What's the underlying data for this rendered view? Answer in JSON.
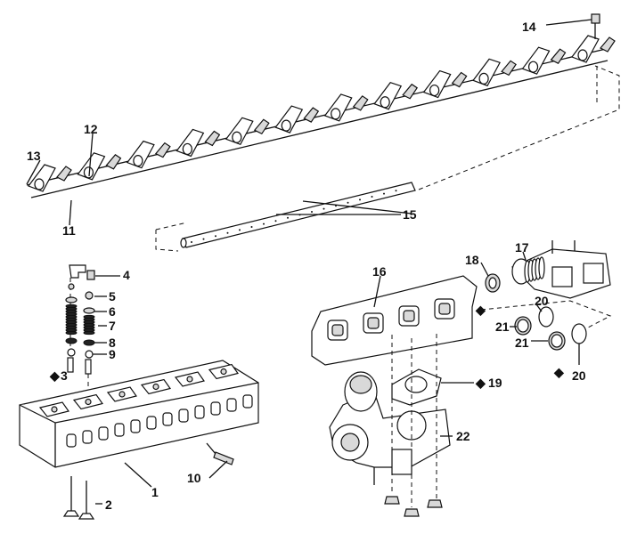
{
  "callouts": {
    "c1": "1",
    "c2": "2",
    "c3": "3",
    "c4": "4",
    "c5": "5",
    "c6": "6",
    "c7": "7",
    "c8": "8",
    "c9": "9",
    "c10": "10",
    "c11": "11",
    "c12": "12",
    "c13": "13",
    "c14": "14",
    "c15": "15",
    "c16": "16",
    "c17": "17",
    "c18": "18",
    "c19": "19",
    "c20a": "20",
    "c20b": "20",
    "c21a": "21",
    "c21b": "21",
    "c22": "22"
  },
  "markers": {
    "symbol": "◆"
  }
}
